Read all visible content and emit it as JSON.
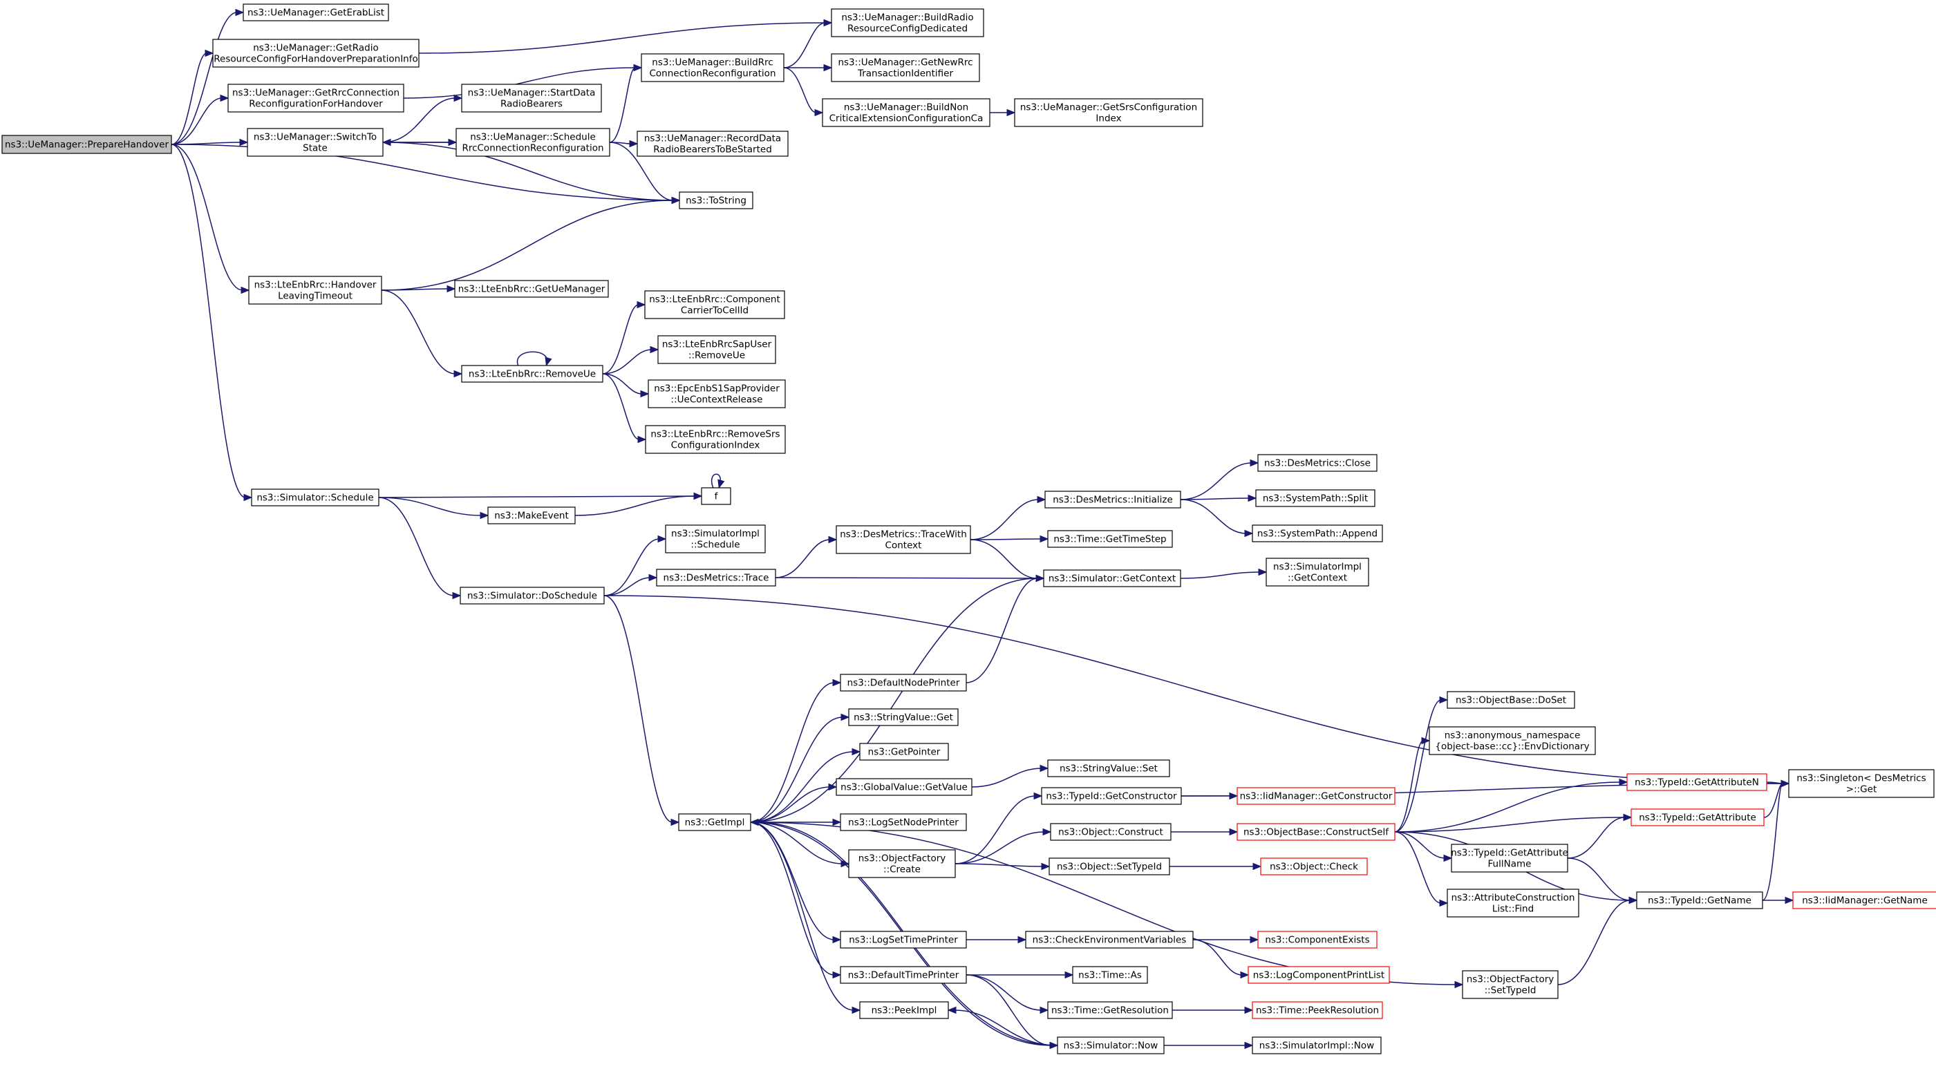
{
  "colors": {
    "edge": "#191970",
    "node_border": "#000000",
    "truncated_border": "#ff0000",
    "root_fill": "#bfbfbf",
    "node_fill": "#ffffff"
  },
  "nodes": [
    {
      "id": "prepare_handover",
      "lines": [
        "ns3::UeManager::PrepareHandover"
      ],
      "style": "root"
    },
    {
      "id": "get_erab_list",
      "lines": [
        "ns3::UeManager::GetErabList"
      ]
    },
    {
      "id": "get_radio_rc_ho",
      "lines": [
        "ns3::UeManager::GetRadio",
        "ResourceConfigForHandoverPreparationInfo"
      ]
    },
    {
      "id": "get_rrc_conn_ho",
      "lines": [
        "ns3::UeManager::GetRrcConnection",
        "ReconfigurationForHandover"
      ]
    },
    {
      "id": "switch_to_state",
      "lines": [
        "ns3::UeManager::SwitchTo",
        "State"
      ]
    },
    {
      "id": "handover_leaving",
      "lines": [
        "ns3::LteEnbRrc::Handover",
        "LeavingTimeout"
      ]
    },
    {
      "id": "sim_schedule",
      "lines": [
        "ns3::Simulator::Schedule"
      ]
    },
    {
      "id": "build_radio_rcd",
      "lines": [
        "ns3::UeManager::BuildRadio",
        "ResourceConfigDedicated"
      ]
    },
    {
      "id": "build_rrc_conn",
      "lines": [
        "ns3::UeManager::BuildRrc",
        "ConnectionReconfiguration"
      ]
    },
    {
      "id": "get_new_rrc_tid",
      "lines": [
        "ns3::UeManager::GetNewRrc",
        "TransactionIdentifier"
      ]
    },
    {
      "id": "build_non_crit",
      "lines": [
        "ns3::UeManager::BuildNon",
        "CriticalExtensionConfigurationCa"
      ]
    },
    {
      "id": "get_srs_idx",
      "lines": [
        "ns3::UeManager::GetSrsConfiguration",
        "Index"
      ]
    },
    {
      "id": "start_data_rb",
      "lines": [
        "ns3::UeManager::StartData",
        "RadioBearers"
      ]
    },
    {
      "id": "schedule_rrc",
      "lines": [
        "ns3::UeManager::Schedule",
        "RrcConnectionReconfiguration"
      ]
    },
    {
      "id": "record_data_rb",
      "lines": [
        "ns3::UeManager::RecordData",
        "RadioBearersToBeStarted"
      ]
    },
    {
      "id": "to_string",
      "lines": [
        "ns3::ToString"
      ]
    },
    {
      "id": "get_ue_manager",
      "lines": [
        "ns3::LteEnbRrc::GetUeManager"
      ]
    },
    {
      "id": "cc_to_cellid",
      "lines": [
        "ns3::LteEnbRrc::Component",
        "CarrierToCellId"
      ]
    },
    {
      "id": "remove_ue",
      "lines": [
        "ns3::LteEnbRrc::RemoveUe"
      ]
    },
    {
      "id": "sap_remove_ue",
      "lines": [
        "ns3::LteEnbRrcSapUser",
        "::RemoveUe"
      ]
    },
    {
      "id": "ue_ctx_release",
      "lines": [
        "ns3::EpcEnbS1SapProvider",
        "::UeContextRelease"
      ]
    },
    {
      "id": "remove_srs",
      "lines": [
        "ns3::LteEnbRrc::RemoveSrs",
        "ConfigurationIndex"
      ]
    },
    {
      "id": "f",
      "lines": [
        "f"
      ]
    },
    {
      "id": "make_event",
      "lines": [
        "ns3::MakeEvent"
      ]
    },
    {
      "id": "do_schedule",
      "lines": [
        "ns3::Simulator::DoSchedule"
      ]
    },
    {
      "id": "simimpl_schedule",
      "lines": [
        "ns3::SimulatorImpl",
        "::Schedule"
      ]
    },
    {
      "id": "des_trace",
      "lines": [
        "ns3::DesMetrics::Trace"
      ]
    },
    {
      "id": "des_trace_ctx",
      "lines": [
        "ns3::DesMetrics::TraceWith",
        "Context"
      ]
    },
    {
      "id": "des_init",
      "lines": [
        "ns3::DesMetrics::Initialize"
      ]
    },
    {
      "id": "des_close",
      "lines": [
        "ns3::DesMetrics::Close"
      ]
    },
    {
      "id": "sp_split",
      "lines": [
        "ns3::SystemPath::Split"
      ]
    },
    {
      "id": "sp_append",
      "lines": [
        "ns3::SystemPath::Append"
      ]
    },
    {
      "id": "time_getstep",
      "lines": [
        "ns3::Time::GetTimeStep"
      ]
    },
    {
      "id": "sim_getctx",
      "lines": [
        "ns3::Simulator::GetContext"
      ]
    },
    {
      "id": "simimpl_getctx",
      "lines": [
        "ns3::SimulatorImpl",
        "::GetContext"
      ]
    },
    {
      "id": "singleton_get",
      "lines": [
        "ns3::Singleton< DesMetrics",
        ">::Get"
      ]
    },
    {
      "id": "get_impl",
      "lines": [
        "ns3::GetImpl"
      ]
    },
    {
      "id": "default_node_printer",
      "lines": [
        "ns3::DefaultNodePrinter"
      ]
    },
    {
      "id": "stringvalue_get",
      "lines": [
        "ns3::StringValue::Get"
      ]
    },
    {
      "id": "get_pointer",
      "lines": [
        "ns3::GetPointer"
      ]
    },
    {
      "id": "globalvalue_get",
      "lines": [
        "ns3::GlobalValue::GetValue"
      ]
    },
    {
      "id": "stringvalue_set",
      "lines": [
        "ns3::StringValue::Set"
      ]
    },
    {
      "id": "log_set_node_printer",
      "lines": [
        "ns3::LogSetNodePrinter"
      ]
    },
    {
      "id": "objfactory_create",
      "lines": [
        "ns3::ObjectFactory",
        "::Create"
      ]
    },
    {
      "id": "typeid_getctor",
      "lines": [
        "ns3::TypeId::GetConstructor"
      ]
    },
    {
      "id": "iidmgr_getctor",
      "lines": [
        "ns3::IidManager::GetConstructor"
      ],
      "style": "truncated"
    },
    {
      "id": "object_construct",
      "lines": [
        "ns3::Object::Construct"
      ]
    },
    {
      "id": "objbase_constructself",
      "lines": [
        "ns3::ObjectBase::ConstructSelf"
      ],
      "style": "truncated"
    },
    {
      "id": "object_settypeid",
      "lines": [
        "ns3::Object::SetTypeId"
      ]
    },
    {
      "id": "object_check",
      "lines": [
        "ns3::Object::Check"
      ],
      "style": "truncated"
    },
    {
      "id": "objbase_doset",
      "lines": [
        "ns3::ObjectBase::DoSet"
      ]
    },
    {
      "id": "env_dictionary",
      "lines": [
        "ns3::anonymous_namespace",
        "{object-base::cc}::EnvDictionary"
      ]
    },
    {
      "id": "typeid_getattrn",
      "lines": [
        "ns3::TypeId::GetAttributeN"
      ],
      "style": "truncated"
    },
    {
      "id": "typeid_getattr",
      "lines": [
        "ns3::TypeId::GetAttribute"
      ],
      "style": "truncated"
    },
    {
      "id": "typeid_getattr_fullname",
      "lines": [
        "ns3::TypeId::GetAttribute",
        "FullName"
      ]
    },
    {
      "id": "attr_construction_find",
      "lines": [
        "ns3::AttributeConstruction",
        "List::Find"
      ]
    },
    {
      "id": "typeid_getname",
      "lines": [
        "ns3::TypeId::GetName"
      ]
    },
    {
      "id": "iidmgr_getname",
      "lines": [
        "ns3::IidManager::GetName"
      ],
      "style": "truncated"
    },
    {
      "id": "objfactory_settypeid",
      "lines": [
        "ns3::ObjectFactory",
        "::SetTypeId"
      ]
    },
    {
      "id": "log_set_time_printer",
      "lines": [
        "ns3::LogSetTimePrinter"
      ]
    },
    {
      "id": "check_env_vars",
      "lines": [
        "ns3::CheckEnvironmentVariables"
      ]
    },
    {
      "id": "component_exists",
      "lines": [
        "ns3::ComponentExists"
      ],
      "style": "truncated"
    },
    {
      "id": "log_component_print_list",
      "lines": [
        "ns3::LogComponentPrintList"
      ],
      "style": "truncated"
    },
    {
      "id": "default_time_printer",
      "lines": [
        "ns3::DefaultTimePrinter"
      ]
    },
    {
      "id": "time_as",
      "lines": [
        "ns3::Time::As"
      ]
    },
    {
      "id": "time_getres",
      "lines": [
        "ns3::Time::GetResolution"
      ]
    },
    {
      "id": "time_peekres",
      "lines": [
        "ns3::Time::PeekResolution"
      ],
      "style": "truncated"
    },
    {
      "id": "peek_impl",
      "lines": [
        "ns3::PeekImpl"
      ]
    },
    {
      "id": "sim_now",
      "lines": [
        "ns3::Simulator::Now"
      ]
    },
    {
      "id": "simimpl_now",
      "lines": [
        "ns3::SimulatorImpl::Now"
      ]
    }
  ],
  "edges": [
    [
      "prepare_handover",
      "get_erab_list"
    ],
    [
      "prepare_handover",
      "get_radio_rc_ho"
    ],
    [
      "prepare_handover",
      "get_rrc_conn_ho"
    ],
    [
      "prepare_handover",
      "switch_to_state"
    ],
    [
      "prepare_handover",
      "to_string"
    ],
    [
      "prepare_handover",
      "handover_leaving"
    ],
    [
      "prepare_handover",
      "sim_schedule"
    ],
    [
      "get_radio_rc_ho",
      "build_radio_rcd"
    ],
    [
      "get_rrc_conn_ho",
      "build_rrc_conn"
    ],
    [
      "build_rrc_conn",
      "build_radio_rcd"
    ],
    [
      "build_rrc_conn",
      "get_new_rrc_tid"
    ],
    [
      "build_rrc_conn",
      "build_non_crit"
    ],
    [
      "build_non_crit",
      "get_srs_idx"
    ],
    [
      "switch_to_state",
      "start_data_rb"
    ],
    [
      "switch_to_state",
      "schedule_rrc"
    ],
    [
      "switch_to_state",
      "to_string"
    ],
    [
      "schedule_rrc",
      "build_rrc_conn"
    ],
    [
      "schedule_rrc",
      "switch_to_state"
    ],
    [
      "schedule_rrc",
      "record_data_rb"
    ],
    [
      "schedule_rrc",
      "to_string"
    ],
    [
      "handover_leaving",
      "to_string"
    ],
    [
      "handover_leaving",
      "get_ue_manager"
    ],
    [
      "handover_leaving",
      "remove_ue"
    ],
    [
      "remove_ue",
      "cc_to_cellid"
    ],
    [
      "remove_ue",
      "remove_ue"
    ],
    [
      "remove_ue",
      "sap_remove_ue"
    ],
    [
      "remove_ue",
      "ue_ctx_release"
    ],
    [
      "remove_ue",
      "remove_srs"
    ],
    [
      "sim_schedule",
      "f"
    ],
    [
      "sim_schedule",
      "make_event"
    ],
    [
      "sim_schedule",
      "do_schedule"
    ],
    [
      "make_event",
      "f"
    ],
    [
      "f",
      "f"
    ],
    [
      "do_schedule",
      "simimpl_schedule"
    ],
    [
      "do_schedule",
      "des_trace"
    ],
    [
      "do_schedule",
      "singleton_get"
    ],
    [
      "do_schedule",
      "get_impl"
    ],
    [
      "des_trace",
      "des_trace_ctx"
    ],
    [
      "des_trace",
      "sim_getctx"
    ],
    [
      "des_trace_ctx",
      "des_init"
    ],
    [
      "des_trace_ctx",
      "time_getstep"
    ],
    [
      "des_trace_ctx",
      "sim_getctx"
    ],
    [
      "des_init",
      "des_close"
    ],
    [
      "des_init",
      "sp_split"
    ],
    [
      "des_init",
      "sp_append"
    ],
    [
      "sim_getctx",
      "simimpl_getctx"
    ],
    [
      "get_impl",
      "sim_getctx"
    ],
    [
      "get_impl",
      "default_node_printer"
    ],
    [
      "get_impl",
      "stringvalue_get"
    ],
    [
      "get_impl",
      "get_pointer"
    ],
    [
      "get_impl",
      "globalvalue_get"
    ],
    [
      "get_impl",
      "log_set_node_printer"
    ],
    [
      "get_impl",
      "objfactory_create"
    ],
    [
      "get_impl",
      "objfactory_settypeid"
    ],
    [
      "get_impl",
      "log_set_time_printer"
    ],
    [
      "get_impl",
      "default_time_printer"
    ],
    [
      "get_impl",
      "peek_impl"
    ],
    [
      "get_impl",
      "sim_now"
    ],
    [
      "default_node_printer",
      "sim_getctx"
    ],
    [
      "globalvalue_get",
      "stringvalue_set"
    ],
    [
      "objfactory_create",
      "typeid_getctor"
    ],
    [
      "objfactory_create",
      "object_construct"
    ],
    [
      "objfactory_create",
      "object_settypeid"
    ],
    [
      "typeid_getctor",
      "iidmgr_getctor"
    ],
    [
      "typeid_getctor",
      "singleton_get"
    ],
    [
      "object_construct",
      "objbase_constructself"
    ],
    [
      "object_settypeid",
      "object_check"
    ],
    [
      "objbase_constructself",
      "objbase_doset"
    ],
    [
      "objbase_constructself",
      "env_dictionary"
    ],
    [
      "objbase_constructself",
      "typeid_getattrn"
    ],
    [
      "objbase_constructself",
      "typeid_getattr"
    ],
    [
      "objbase_constructself",
      "typeid_getattr_fullname"
    ],
    [
      "objbase_constructself",
      "attr_construction_find"
    ],
    [
      "objbase_constructself",
      "typeid_getname"
    ],
    [
      "typeid_getattrn",
      "singleton_get"
    ],
    [
      "typeid_getattr",
      "singleton_get"
    ],
    [
      "typeid_getattr_fullname",
      "typeid_getattr"
    ],
    [
      "typeid_getattr_fullname",
      "typeid_getname"
    ],
    [
      "typeid_getname",
      "singleton_get"
    ],
    [
      "typeid_getname",
      "iidmgr_getname"
    ],
    [
      "objfactory_settypeid",
      "typeid_getname"
    ],
    [
      "log_set_time_printer",
      "check_env_vars"
    ],
    [
      "check_env_vars",
      "component_exists"
    ],
    [
      "check_env_vars",
      "log_component_print_list"
    ],
    [
      "default_time_printer",
      "time_as"
    ],
    [
      "default_time_printer",
      "time_getres"
    ],
    [
      "default_time_printer",
      "sim_now"
    ],
    [
      "time_getres",
      "time_peekres"
    ],
    [
      "sim_now",
      "get_impl"
    ],
    [
      "sim_now",
      "simimpl_now"
    ],
    [
      "sim_now",
      "peek_impl"
    ]
  ]
}
